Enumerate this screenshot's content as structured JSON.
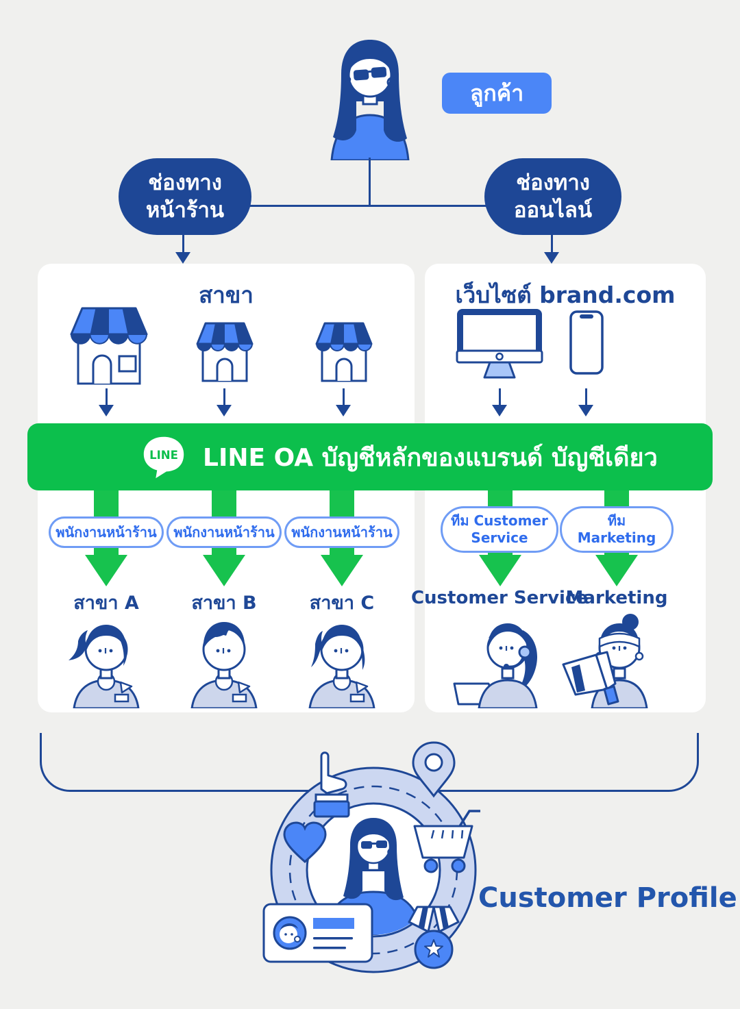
{
  "colors": {
    "background": "#f0f0ee",
    "navy": "#1e4796",
    "blue": "#4b86f7",
    "green_banner": "#0cbf4c",
    "green_arrow": "#17c24e",
    "periwinkle": "#ccd7f1",
    "lavender": "#cdd6ec",
    "pill_border": "#6f9cf5",
    "pill_text": "#2f6ced",
    "profile_title": "#2356ac"
  },
  "customer": {
    "badge": "ลูกค้า"
  },
  "channels": {
    "offline": {
      "line1": "ช่องทาง",
      "line2": "หน้าร้าน"
    },
    "online": {
      "line1": "ช่องทาง",
      "line2": "ออนไลน์"
    }
  },
  "cards": {
    "offline": {
      "title": "สาขา"
    },
    "online": {
      "title": "เว็บไซต์ brand.com"
    }
  },
  "line_banner": {
    "logo_text": "LINE",
    "title": "LINE OA บัญชีหลักของแบรนด์ บัญชีเดียว"
  },
  "staff_pills": [
    "พนักงานหน้าร้าน",
    "พนักงานหน้าร้าน",
    "พนักงานหน้าร้าน"
  ],
  "team_pills": {
    "customer_service": {
      "line1": "ทีม Customer",
      "line2": "Service"
    },
    "marketing": {
      "line1": "ทีม",
      "line2": "Marketing"
    }
  },
  "branch_labels": [
    "สาขา A",
    "สาขา B",
    "สาขา C"
  ],
  "team_labels": {
    "customer_service": "Customer Service",
    "marketing": "Marketing"
  },
  "footer": {
    "title": "Customer Profile"
  }
}
